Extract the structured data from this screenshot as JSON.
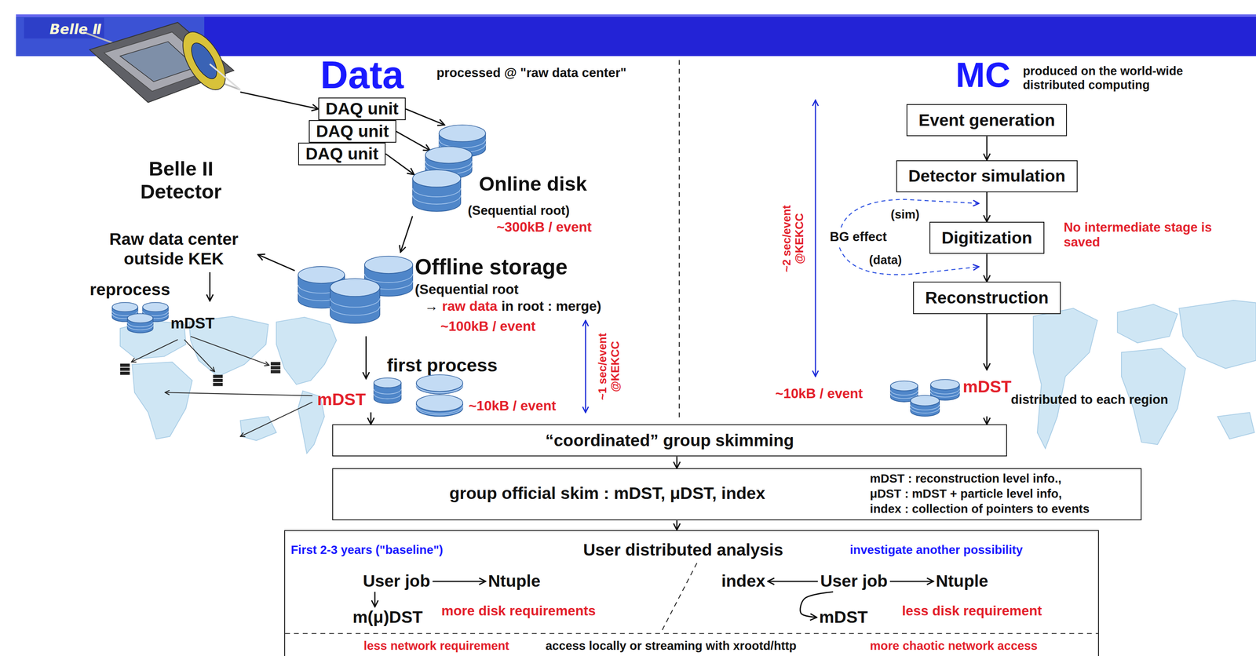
{
  "diagram": {
    "nodes": [
      {
        "text": [
          "Belle II Detector"
        ]
      },
      {
        "text": [
          "DAQ unit"
        ]
      },
      {
        "text": [
          "DAQ unit"
        ]
      },
      {
        "text": [
          "DAQ unit"
        ]
      },
      {
        "text": [
          "Online disk",
          "(Sequential root)",
          "~300kB / event"
        ]
      },
      {
        "text": [
          "Offline storage",
          "(Sequential root",
          "→",
          "raw data",
          "in root : merge)",
          "~100kB / event"
        ]
      },
      {
        "text": [
          "Raw data center outside KEK"
        ]
      },
      {
        "text": [
          "reprocess",
          "mDST"
        ]
      },
      {
        "text": [
          "mDST",
          "first process",
          "~10kB / event"
        ]
      },
      {
        "text": [
          "Event generation"
        ]
      },
      {
        "text": [
          "Detector simulation"
        ]
      },
      {
        "text": [
          "Digitization"
        ]
      },
      {
        "text": [
          "Reconstruction"
        ]
      },
      {
        "text": [
          "~10kB / event",
          "mDST",
          "distributed to each region"
        ]
      },
      {
        "text": [
          "“coordinated” group skimming"
        ]
      },
      {
        "text": [
          "group official skim : mDST, μDST, index",
          "mDST : reconstruction level info.,",
          "μDST : mDST + particle level info,",
          "index : collection of pointers to events"
        ]
      },
      {
        "text": [
          "User distributed analysis",
          "First 2-3 years (\"baseline\")",
          "investigate another possibility",
          "more disk requirements",
          "less disk requirement",
          "less network requirement",
          "access locally or streaming with xrootd/http",
          "more chaotic network access"
        ]
      },
      {
        "text": [
          "User job"
        ],
        "in": 16
      },
      {
        "text": [
          "Ntuple"
        ],
        "in": 16
      },
      {
        "text": [
          "m(μ)DST"
        ],
        "in": 16
      },
      {
        "text": [
          "index"
        ],
        "in": 16
      },
      {
        "text": [
          "User job"
        ],
        "in": 16
      },
      {
        "text": [
          "Ntuple"
        ],
        "in": 16
      },
      {
        "text": [
          "mDST"
        ],
        "in": 16
      }
    ],
    "edges": [
      {
        "from": 0,
        "to": 1,
        "arrow": "to"
      },
      {
        "from": 1,
        "to": 4,
        "arrow": "to"
      },
      {
        "from": 2,
        "to": 4,
        "arrow": "to"
      },
      {
        "from": 3,
        "to": 4,
        "arrow": "to"
      },
      {
        "from": 4,
        "to": 5,
        "arrow": "to"
      },
      {
        "from": 5,
        "to": 6,
        "arrow": "to"
      },
      {
        "from": 6,
        "to": 7,
        "arrow": "to"
      },
      {
        "from": 5,
        "to": 8,
        "arrow": "to"
      },
      {
        "from": 8,
        "to": 14,
        "arrow": "to"
      },
      {
        "from": 9,
        "to": 10,
        "arrow": "to"
      },
      {
        "from": 10,
        "to": 11,
        "arrow": "to"
      },
      {
        "from": 11,
        "to": 12,
        "arrow": "to"
      },
      {
        "from": 12,
        "to": 13,
        "arrow": "to"
      },
      {
        "from": 13,
        "to": 14,
        "arrow": "to"
      },
      {
        "from": 14,
        "to": 15,
        "arrow": "to"
      },
      {
        "from": 15,
        "to": 16,
        "arrow": "to"
      },
      {
        "from": 17,
        "to": 18,
        "arrow": "to"
      },
      {
        "from": 17,
        "to": 19,
        "arrow": "to"
      },
      {
        "from": 21,
        "to": 20,
        "arrow": "to"
      },
      {
        "from": 21,
        "to": 22,
        "arrow": "to"
      },
      {
        "from": 21,
        "to": 23,
        "arrow": "to"
      }
    ],
    "labels": [
      "Belle Ⅱ",
      "Data",
      "processed @ \"raw data center\"",
      "MC",
      "produced on the world-wide distributed computing",
      "~1 sec/event @KEKCC",
      "~2 sec/event @KEKCC",
      "(sim)",
      "BG effect",
      "(data)",
      "No intermediate stage is saved"
    ]
  }
}
